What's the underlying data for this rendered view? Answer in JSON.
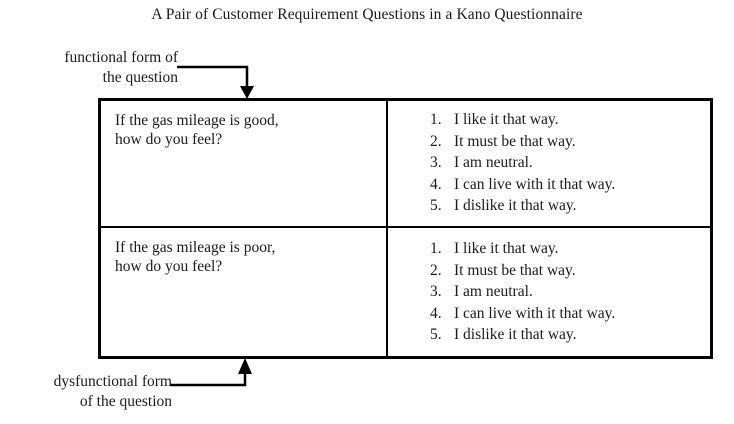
{
  "figure": {
    "title": "A Pair of Customer Requirement Questions in a Kano Questionnaire"
  },
  "annotations": {
    "functional": {
      "line1": "functional form of",
      "line2": "the question"
    },
    "dysfunctional": {
      "line1": "dysfunctional form",
      "line2": "of the question"
    }
  },
  "table": {
    "rows": [
      {
        "question": {
          "line1": "If the gas mileage is good,",
          "line2": "how do you feel?"
        },
        "answers": [
          {
            "num": "1.",
            "text": "I like it that way."
          },
          {
            "num": "2.",
            "text": "It must be that way."
          },
          {
            "num": "3.",
            "text": "I am neutral."
          },
          {
            "num": "4.",
            "text": "I can live with it that way."
          },
          {
            "num": "5.",
            "text": "I dislike it that way."
          }
        ]
      },
      {
        "question": {
          "line1": "If the gas mileage is poor,",
          "line2": "how do you feel?"
        },
        "answers": [
          {
            "num": "1.",
            "text": "I like it that way."
          },
          {
            "num": "2.",
            "text": "It must be that way."
          },
          {
            "num": "3.",
            "text": "I am neutral."
          },
          {
            "num": "4.",
            "text": "I can live with it that way."
          },
          {
            "num": "5.",
            "text": "I dislike it that way."
          }
        ]
      }
    ]
  },
  "colors": {
    "ink": "#1a1a1a",
    "rule": "#000000",
    "background": "#ffffff"
  }
}
